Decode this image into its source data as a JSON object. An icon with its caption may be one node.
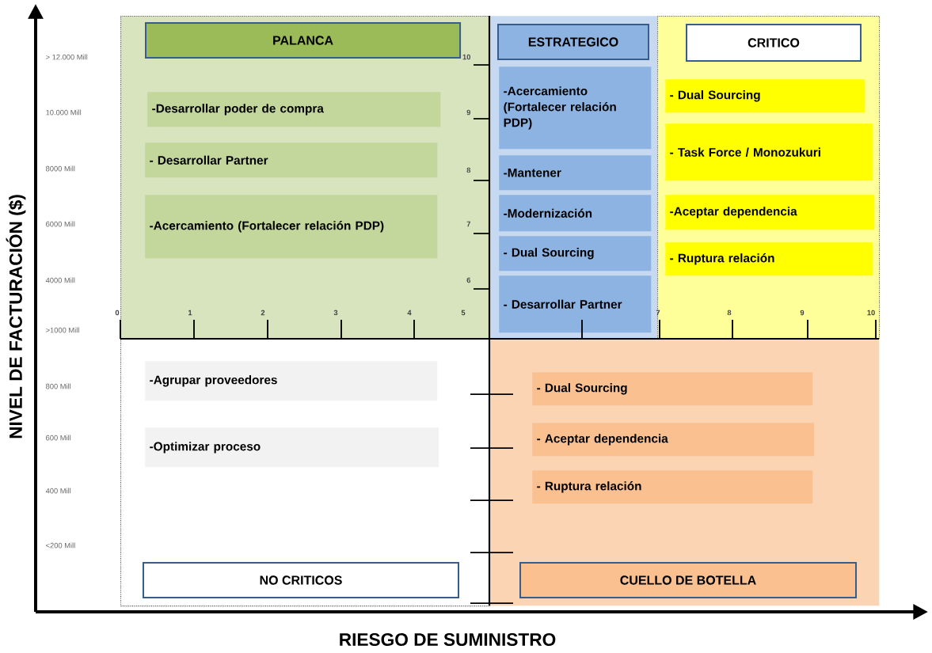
{
  "diagram": {
    "nodes": [
      {
        "text": [],
        "shape": "box"
      },
      {
        "text": [],
        "shape": "box"
      },
      {
        "text": [],
        "shape": "box"
      },
      {
        "text": [],
        "shape": "box"
      },
      {
        "text": [],
        "shape": "box"
      },
      {
        "text": [
          "PALANCA"
        ],
        "in": 0
      },
      {
        "text": [
          "-Desarrollar poder de compra"
        ],
        "in": 0
      },
      {
        "text": [
          "- Desarrollar Partner"
        ],
        "in": 0
      },
      {
        "text": [
          "-Acercamiento (Fortalecer relación PDP)"
        ],
        "in": 0
      },
      {
        "text": [
          "ESTRATEGICO"
        ],
        "in": 1
      },
      {
        "text": [
          "-Acercamiento (Fortalecer relación PDP)"
        ],
        "in": 1
      },
      {
        "text": [
          "-Mantener"
        ],
        "in": 1
      },
      {
        "text": [
          "-Modernización"
        ],
        "in": 1
      },
      {
        "text": [
          "- Dual Sourcing"
        ],
        "in": 1
      },
      {
        "text": [
          "- Desarrollar Partner"
        ],
        "in": 1
      },
      {
        "text": [
          "CRITICO"
        ],
        "in": 2
      },
      {
        "text": [
          "- Dual Sourcing"
        ],
        "in": 2
      },
      {
        "text": [
          "- Task Force / Monozukuri"
        ],
        "in": 2
      },
      {
        "text": [
          "-Aceptar dependencia"
        ],
        "in": 2
      },
      {
        "text": [
          "- Ruptura relación"
        ],
        "in": 2
      },
      {
        "text": [
          "-Agrupar proveedores"
        ],
        "in": 3
      },
      {
        "text": [
          "-Optimizar proceso"
        ],
        "in": 3
      },
      {
        "text": [
          "NO CRITICOS"
        ],
        "in": 3
      },
      {
        "text": [
          "- Dual Sourcing"
        ],
        "in": 4
      },
      {
        "text": [
          "- Aceptar dependencia"
        ],
        "in": 4
      },
      {
        "text": [
          "- Ruptura relación"
        ],
        "in": 4
      },
      {
        "text": [
          "CUELLO DE BOTELLA"
        ],
        "in": 4
      }
    ],
    "labels": [
      "NIVEL DE FACTURACIÓN ($)",
      "> 12.000 Mill",
      "10.000 Mill",
      "8000 Mill",
      "6000 Mill",
      "4000 Mill",
      ">1000 Mill",
      "800 Mill",
      "600 Mill",
      "400 Mill",
      "<200 Mill",
      "0",
      "1",
      "2",
      "3",
      "4",
      "5",
      "7",
      "8",
      "9",
      "10",
      "10",
      "9",
      "8",
      "7",
      "6",
      "RIESGO DE SUMINISTRO"
    ]
  }
}
